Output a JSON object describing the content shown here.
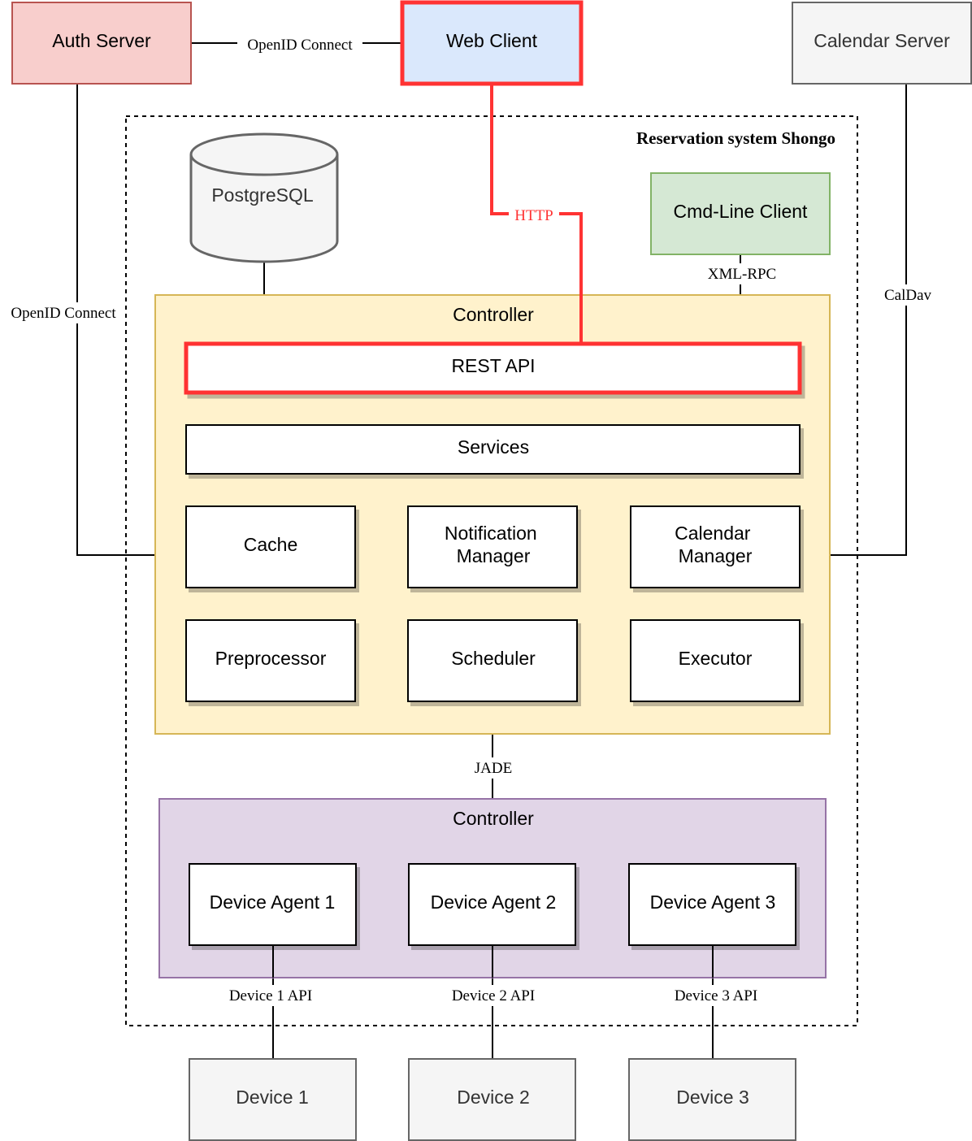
{
  "title": "Reservation system Shongo",
  "external": {
    "auth_server": "Auth Server",
    "web_client": "Web Client",
    "calendar_server": "Calendar Server"
  },
  "database": "PostgreSQL",
  "cmd_client": "Cmd-Line Client",
  "controller": {
    "title": "Controller",
    "rest_api": "REST API",
    "services": "Services",
    "modules": {
      "cache": "Cache",
      "notification_line1": "Notification",
      "notification_line2": "Manager",
      "calendar_line1": "Calendar",
      "calendar_line2": "Manager",
      "preprocessor": "Preprocessor",
      "scheduler": "Scheduler",
      "executor": "Executor"
    }
  },
  "agents_container": {
    "title": "Controller",
    "agents": [
      "Device Agent 1",
      "Device Agent 2",
      "Device Agent 3"
    ]
  },
  "devices": [
    "Device 1",
    "Device 2",
    "Device 3"
  ],
  "edges": {
    "openid_top": "OpenID Connect",
    "openid_left": "OpenID Connect",
    "http": "HTTP",
    "xml_rpc": "XML-RPC",
    "caldav": "CalDav",
    "jade": "JADE",
    "device_apis": [
      "Device 1 API",
      "Device 2 API",
      "Device 3 API"
    ]
  },
  "colors": {
    "auth_fill": "#f8cecc",
    "auth_stroke": "#b85450",
    "web_fill": "#dae8fc",
    "highlight": "#ff3333",
    "gray_fill": "#f5f5f5",
    "gray_stroke": "#666666",
    "db_fill": "#f5f5f5",
    "db_stroke": "#666666",
    "cmd_fill": "#d5e8d4",
    "cmd_stroke": "#82b366",
    "controller_fill": "#fff2cc",
    "controller_stroke": "#d6b656",
    "agents_fill": "#e1d5e7",
    "agents_stroke": "#9673a6"
  }
}
